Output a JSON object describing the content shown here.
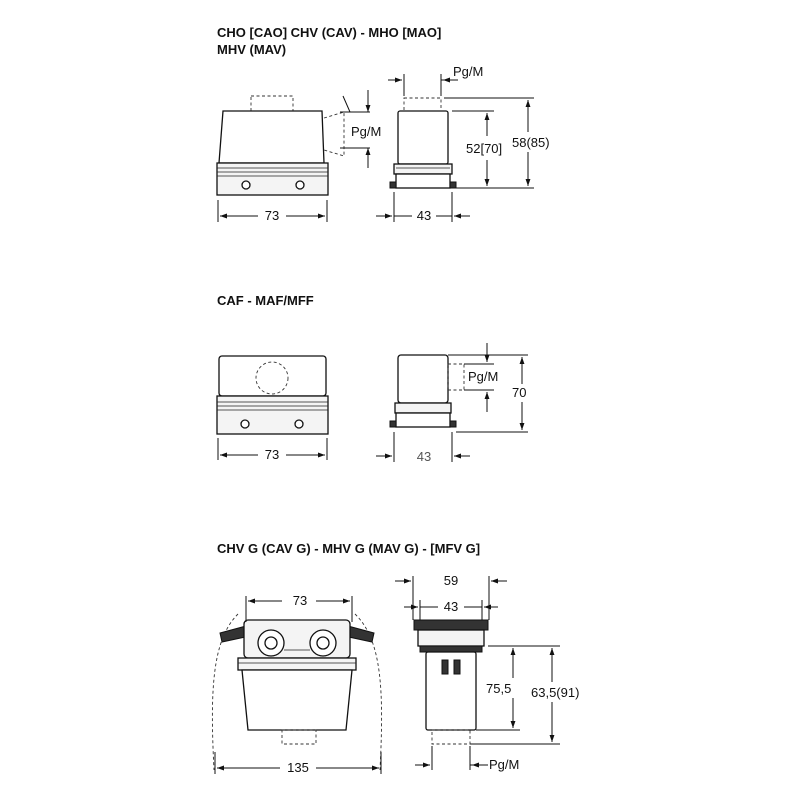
{
  "sections": [
    {
      "title_lines": [
        "CHO [CAO]  CHV (CAV) - MHO [MAO]",
        "MHV (MAV)"
      ],
      "dims": {
        "front_width": "73",
        "side_width": "43",
        "entry_top": "Pg/M",
        "entry_side": "Pg/M",
        "height_inner": "52[70]",
        "height_outer": "58(85)"
      }
    },
    {
      "title_lines": [
        "CAF - MAF/MFF"
      ],
      "dims": {
        "front_width": "73",
        "side_width": "43",
        "entry_side": "Pg/M",
        "height": "70"
      }
    },
    {
      "title_lines": [
        "CHV G (CAV G) - MHV G (MAV G) - [MFV G]"
      ],
      "dims": {
        "front_inner_width": "73",
        "front_overall_width": "135",
        "side_outer_width": "59",
        "side_inner_width": "43",
        "height_inner": "75,5",
        "height_outer": "63,5(91)",
        "entry_bottom": "Pg/M"
      }
    }
  ]
}
